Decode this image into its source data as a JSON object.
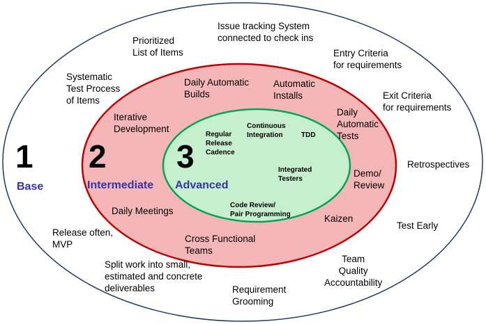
{
  "colors": {
    "outer_stroke": "#1f3864",
    "outer_fill": "#ffffff",
    "middle_stroke": "#c00000",
    "middle_fill": "#f4b6b6",
    "inner_stroke": "#00a651",
    "inner_fill": "#c6efce",
    "level_label": "#3333aa"
  },
  "levels": {
    "base": {
      "number": "1",
      "name": "Base"
    },
    "intermediate": {
      "number": "2",
      "name": "Intermediate"
    },
    "advanced": {
      "number": "3",
      "name": "Advanced"
    }
  },
  "base_items": [
    "Prioritized\nList of Items",
    "Issue tracking System\nconnected to check ins",
    "Entry Criteria\nfor requirements",
    "Exit Criteria\nfor requirements",
    "Retrospectives",
    "Test Early",
    "Team\nQuality\nAccountability",
    "Requirement\nGrooming",
    "Split work into small,\nestimated and concrete\ndeliverables",
    "Release often,\nMVP",
    "Systematic\nTest Process\nof Items"
  ],
  "intermediate_items": [
    "Daily Automatic\nBuilds",
    "Automatic\nInstalls",
    "Daily\nAutomatic\nTests",
    "Demo/\nReview",
    "Kaizen",
    "Cross Functional\nTeams",
    "Daily Meetings",
    "Iterative\nDevelopment"
  ],
  "advanced_items": [
    "Regular\nRelease\nCadence",
    "Continuous\nIntegration",
    "TDD",
    "Integrated\nTesters",
    "Code Review/\nPair Programming"
  ]
}
